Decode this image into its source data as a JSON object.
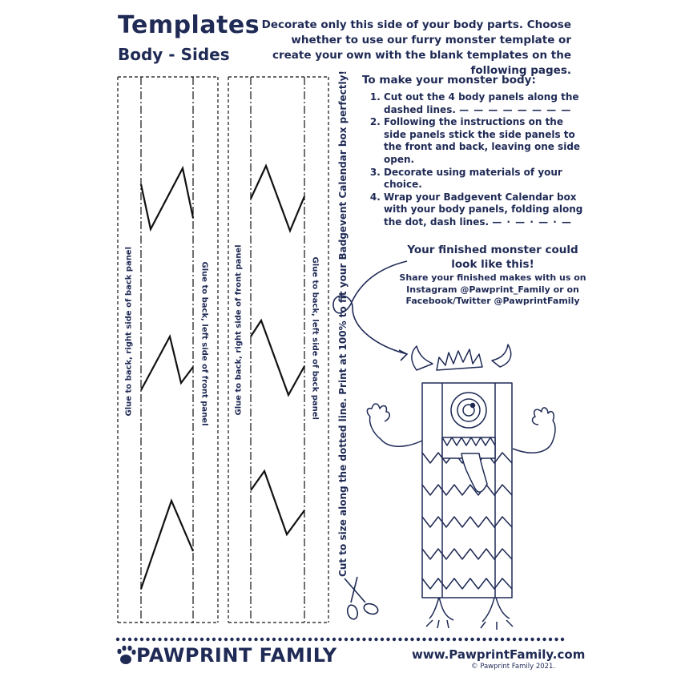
{
  "header": {
    "title": "Templates",
    "subtitle": "Body - Sides",
    "intro": "Decorate only this side of your body parts. Choose whether to use our furry monster template or create your own with the blank templates on the following pages."
  },
  "instructions": {
    "heading": "To make your monster body:",
    "steps": [
      "Cut out the 4 body panels along the dashed lines.",
      "Following the instructions on the side panels stick the side panels to the front and back, leaving one side open.",
      "Decorate using materials of your choice.",
      "Wrap your Badgevent Calendar box with your body panels, folding along the dot, dash lines."
    ]
  },
  "preview": {
    "heading": "Your finished monster could look like this!",
    "share": "Share your finished makes with us on Instagram @Pawprint_Family or on Facebook/Twitter @PawprintFamily"
  },
  "panels": {
    "label_1": "Glue to back, right side of back panel",
    "label_2": "Glue to back, left side of front panel",
    "label_3": "Glue to back, right side of front panel",
    "label_4": "Glue to back, left side of back panel",
    "cut_note": "Cut to size along the dotted line. Print at 100% to fit your Badgevent Calendar box perfectly!"
  },
  "footer": {
    "brand": "PAWPRINT FAMILY",
    "url": "www.PawprintFamily.com",
    "copyright": "© Pawprint Family 2021."
  },
  "colors": {
    "navy": "#1f2a55",
    "line": "#111111"
  }
}
